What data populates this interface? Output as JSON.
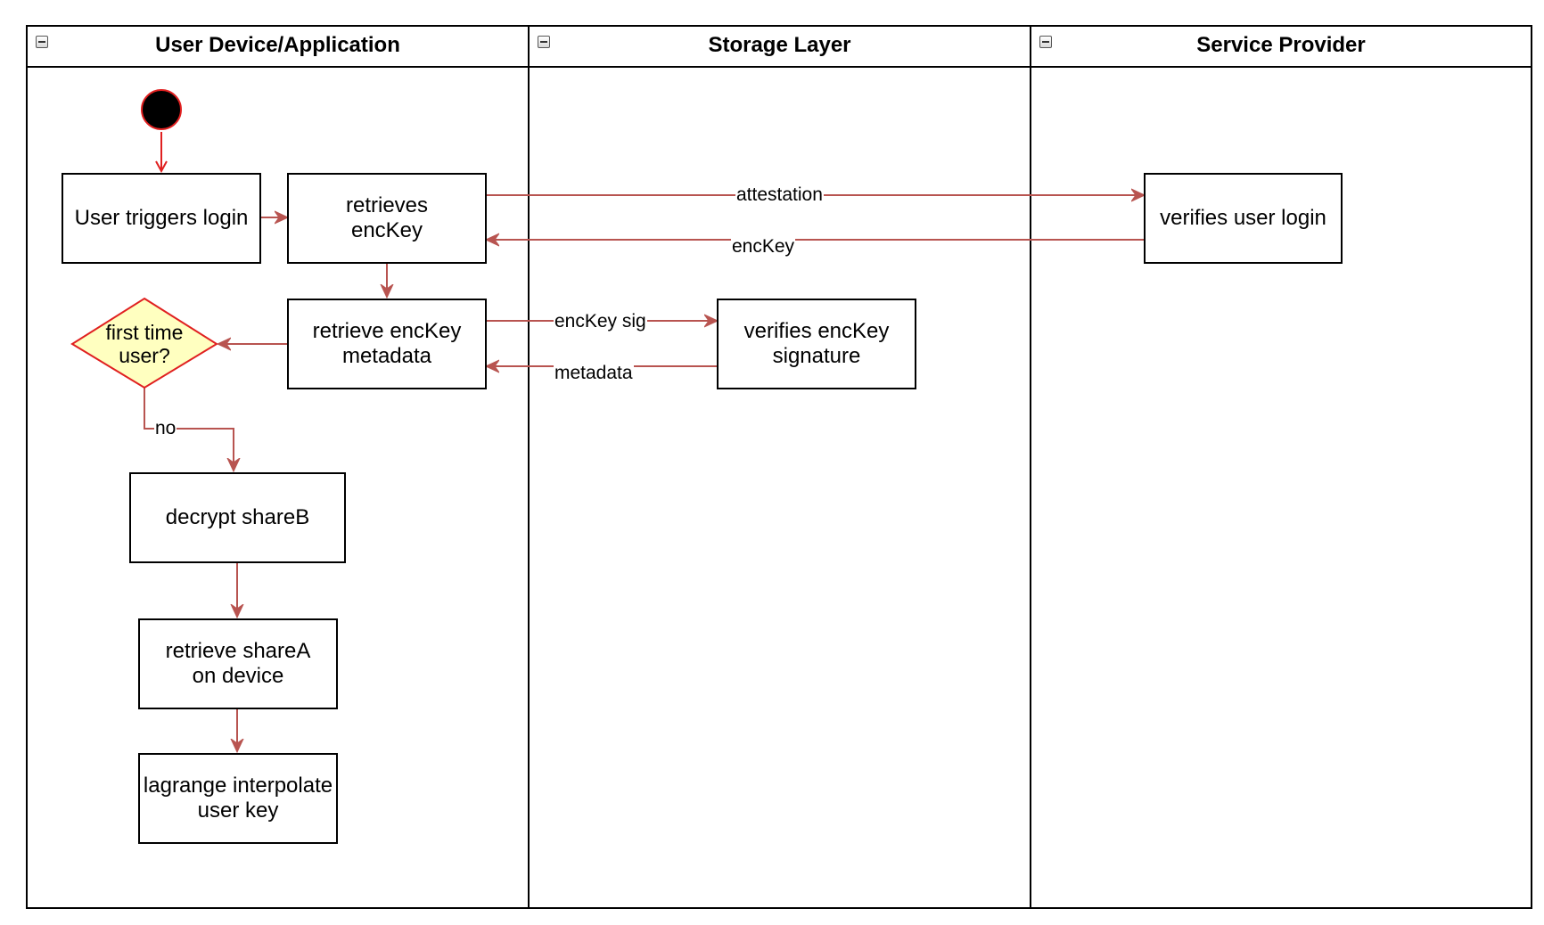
{
  "swimlanes": [
    {
      "title": "User Device/Application"
    },
    {
      "title": "Storage Layer"
    },
    {
      "title": "Service Provider"
    }
  ],
  "nodes": {
    "user_triggers_login": "User triggers login",
    "retrieves_enckey": "retrieves\nencKey",
    "verifies_user_login": "verifies user login",
    "retrieve_enckey_metadata": "retrieve encKey\nmetadata",
    "verifies_enckey_signature": "verifies encKey\nsignature",
    "first_time_user": "first time\nuser?",
    "decrypt_shareb": "decrypt shareB",
    "retrieve_sharea": "retrieve shareA\non device",
    "lagrange_interpolate": "lagrange interpolate\nuser key"
  },
  "edge_labels": {
    "attestation": "attestation",
    "enckey": "encKey",
    "enckey_sig": "encKey sig",
    "metadata": "metadata",
    "no": "no"
  },
  "colors": {
    "edge": "#b85450",
    "start_outline": "#e02020",
    "decision_fill": "#ffffc0",
    "decision_stroke": "#e02020",
    "border": "#000000"
  },
  "icons": {
    "lane_toggle": "collapse-minus-icon"
  }
}
